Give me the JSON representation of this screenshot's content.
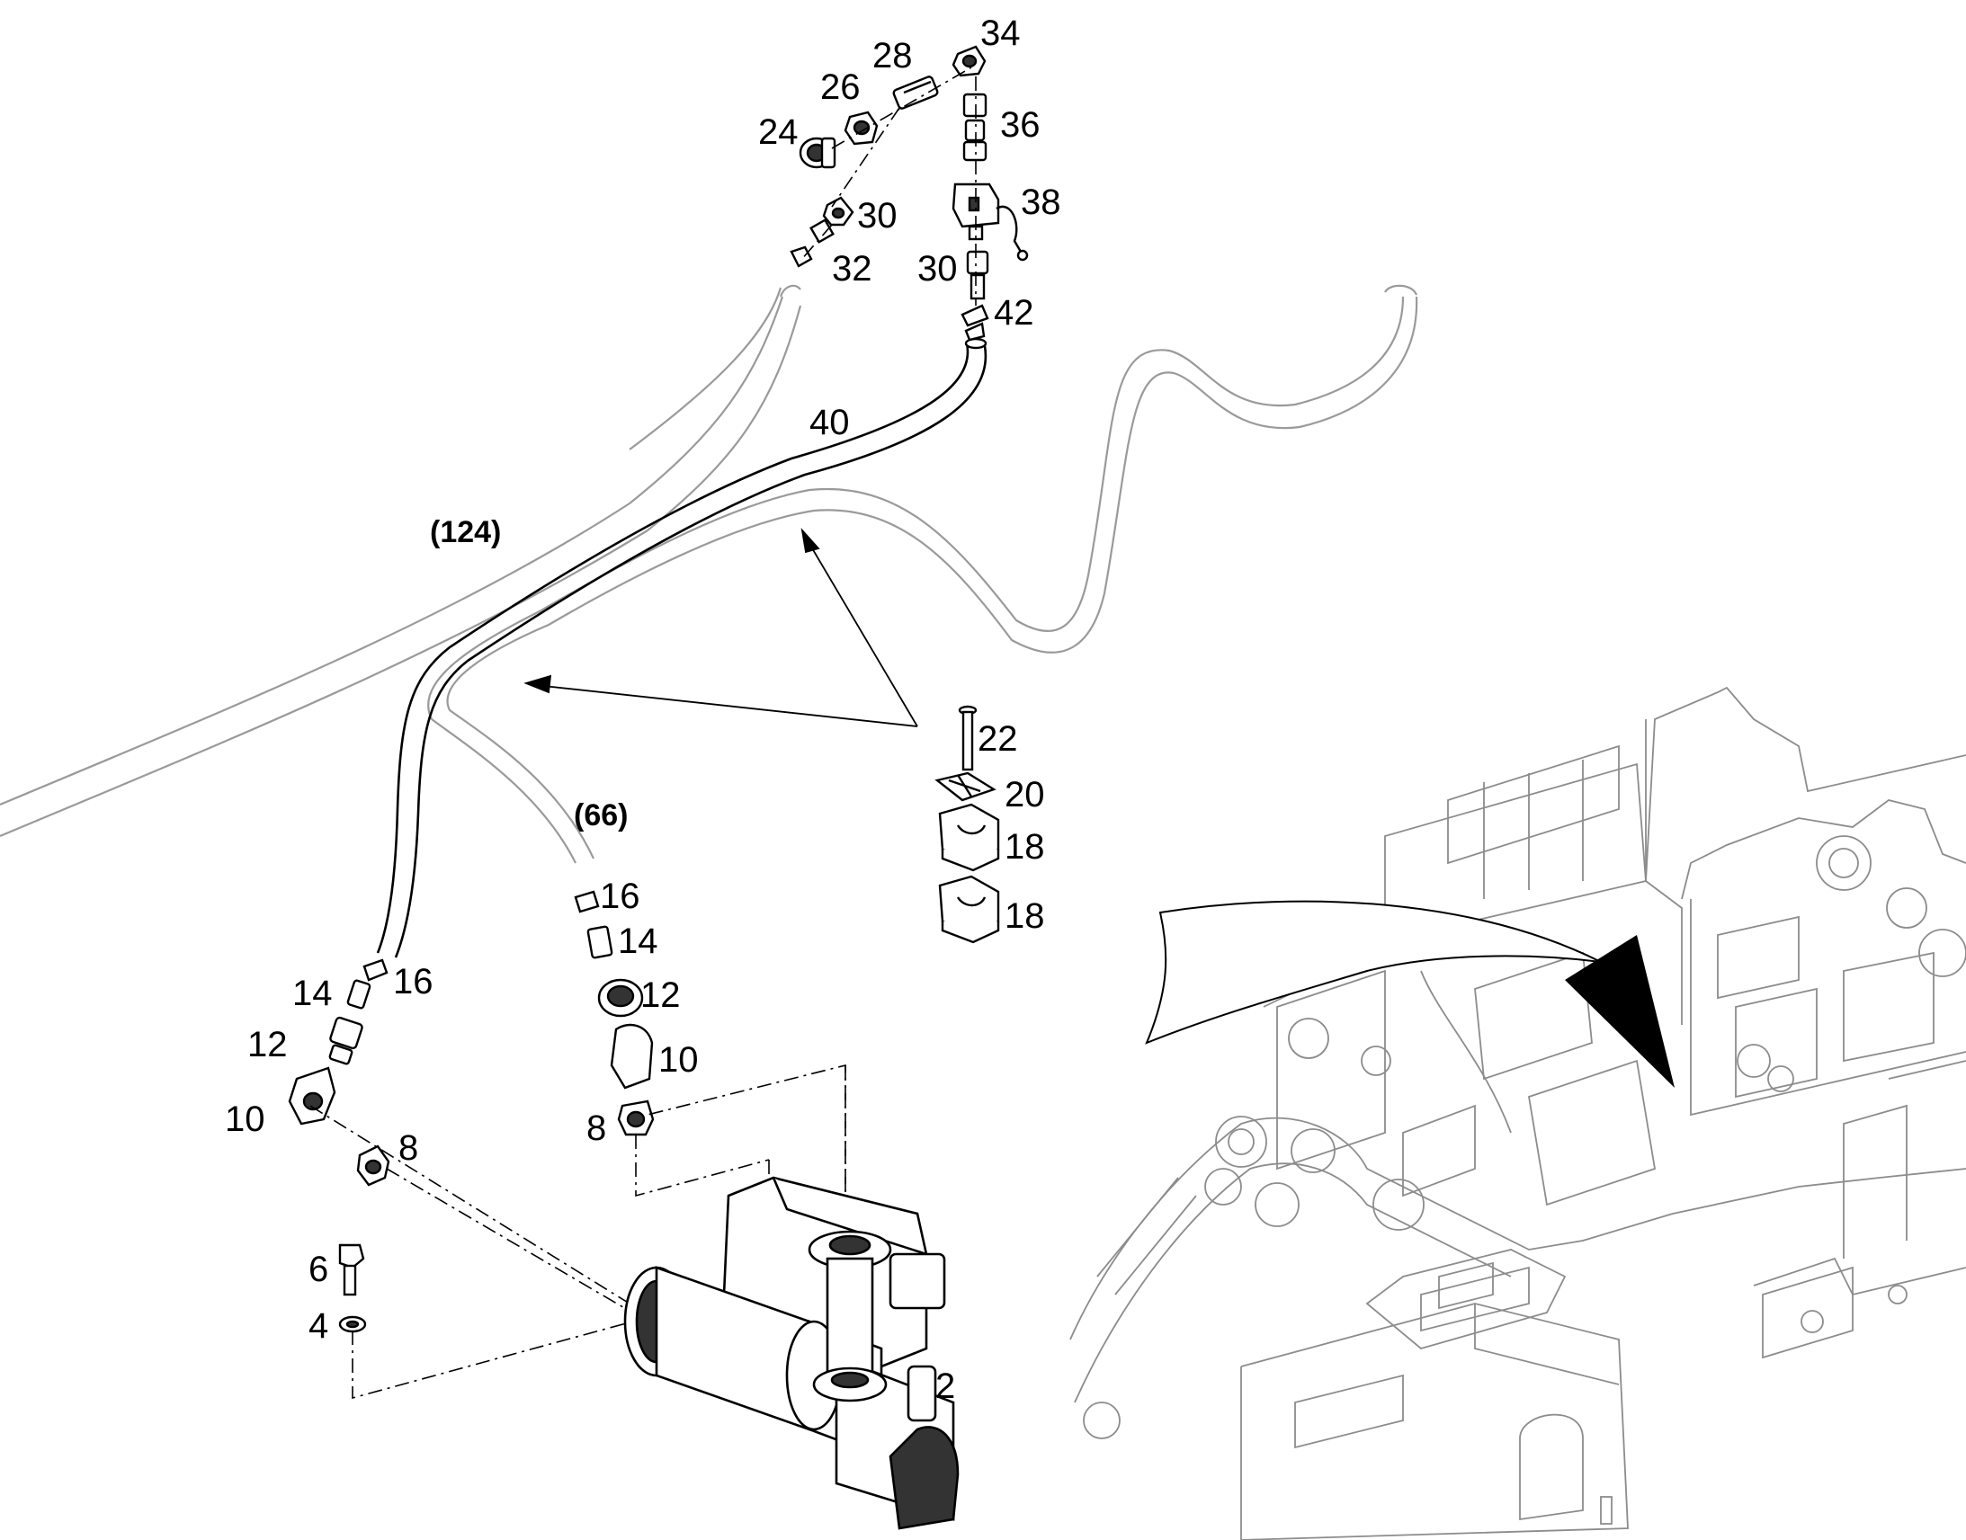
{
  "callouts": {
    "c2": "2",
    "c4": "4",
    "c6": "6",
    "c8a": "8",
    "c8b": "8",
    "c10a": "10",
    "c10b": "10",
    "c12a": "12",
    "c12b": "12",
    "c14a": "14",
    "c14b": "14",
    "c16a": "16",
    "c16b": "16",
    "c18a": "18",
    "c18b": "18",
    "c20": "20",
    "c22": "22",
    "c24": "24",
    "c26": "26",
    "c28": "28",
    "c30a": "30",
    "c30b": "30",
    "c32": "32",
    "c34": "34",
    "c36": "36",
    "c38": "38",
    "c40": "40",
    "c42": "42"
  },
  "references": {
    "r124": "(124)",
    "r66": "(66)"
  },
  "colors": {
    "line": "#000000",
    "ghost": "#9a9a9a",
    "background": "#ffffff"
  }
}
